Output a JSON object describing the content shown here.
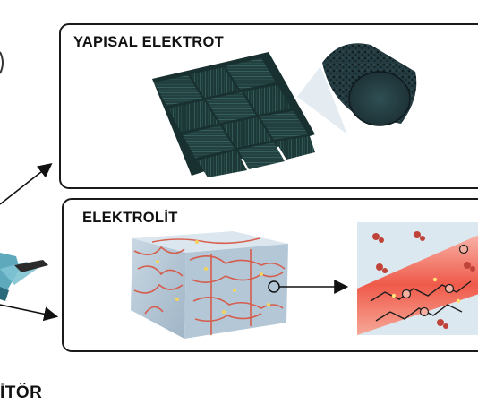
{
  "labels": {
    "panel_top_title": "YAPISAL ELEKTROT",
    "panel_bottom_title": "ELEKTROLİT",
    "caption_partial": "İTÖR"
  },
  "colors": {
    "frame": "#1a1a1a",
    "electrode_fabric": "#1f3c3a",
    "electrolyte_cube": "#b9cbd8",
    "polymer_chains": "#d9523e",
    "fiber_bg": "#f26a5c"
  },
  "icons": [
    "woven-carbon-fabric",
    "porous-fiber-cross-section",
    "polymer-gel-cube",
    "polymer-strand-closeup",
    "device-fragment"
  ]
}
